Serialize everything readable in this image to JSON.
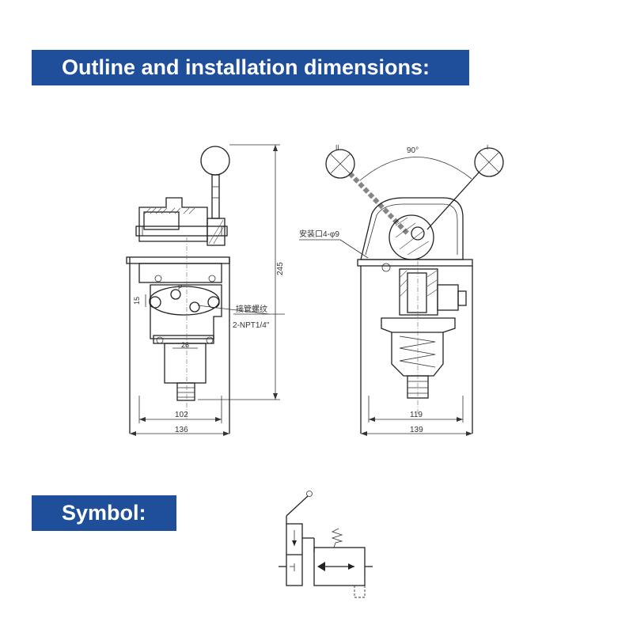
{
  "sections": {
    "outline_title": "Outline and installation dimensions:",
    "symbol_title": "Symbol:"
  },
  "colors": {
    "banner": "#1f4e9a",
    "banner_text": "#ffffff",
    "line": "#222222"
  },
  "left_view": {
    "dim_height": "245",
    "dim_width_inner": "102",
    "dim_width_outer": "136",
    "dim_15": "15",
    "dim_26": "26",
    "port_label_cn": "接管螺纹",
    "port_label_thread": "2-NPT1/4\"",
    "port_p": "P"
  },
  "right_view": {
    "angle": "90°",
    "pos_left": "II",
    "pos_right": "I",
    "mount_label": "安装口4-φ9",
    "dim_width_inner": "119",
    "dim_width_outer": "139"
  }
}
